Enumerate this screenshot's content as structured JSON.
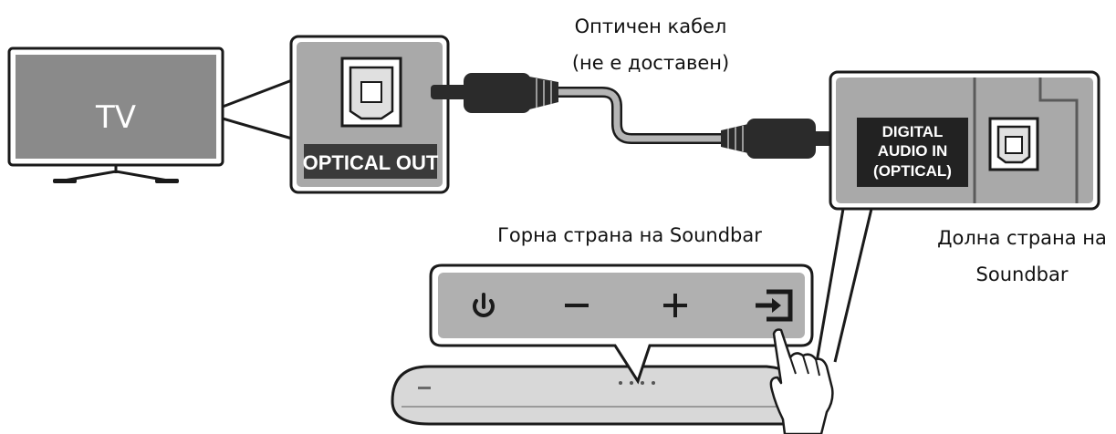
{
  "labels": {
    "tv": "TV",
    "optical_out": "OPTICAL OUT",
    "cable_line1": "Оптичен кабел",
    "cable_line2": "(не е доставен)",
    "digital_in_line1": "DIGITAL",
    "digital_in_line2": "AUDIO IN",
    "digital_in_line3": "(OPTICAL)",
    "top_side": "Горна страна на Soundbar",
    "bottom_side_line1": "Долна страна на",
    "bottom_side_line2": "Soundbar"
  },
  "controls": [
    {
      "icon": "power-icon"
    },
    {
      "icon": "minus-icon"
    },
    {
      "icon": "plus-icon"
    },
    {
      "icon": "input-source-icon"
    }
  ],
  "colors": {
    "panel_gray": "#a9a9a9",
    "tv_screen": "#8a8a8a",
    "outline": "#1a1a1a",
    "cable_gray": "#b5b5b5",
    "plug_dark": "#2b2b2b",
    "label_box": "#222222"
  }
}
